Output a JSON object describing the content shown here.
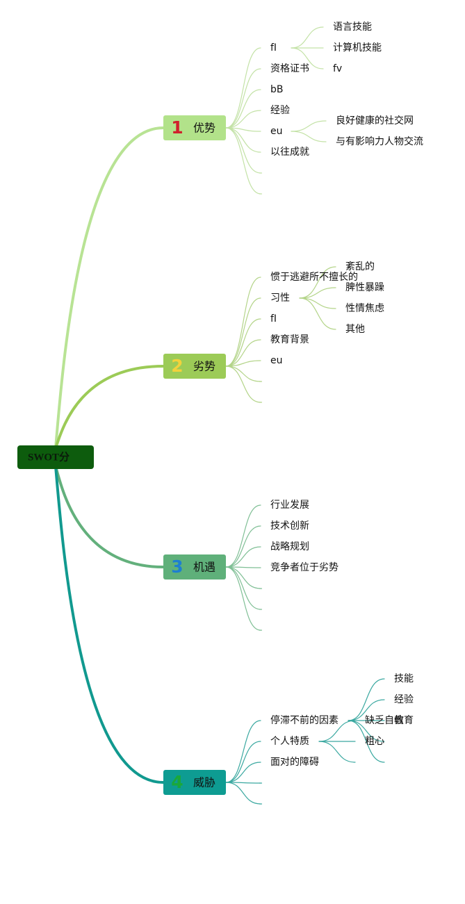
{
  "root": {
    "label": "SWOT分",
    "color": "#0d5c0d"
  },
  "categories": [
    {
      "id": "strengths",
      "number": "1",
      "label": "优势",
      "color": "#b2e28a",
      "line_color": "#b8e394",
      "branch_color": "#c3e2a6",
      "number_color": "#d0202c",
      "items": [
        {
          "label": "fI",
          "children": [
            "语言技能",
            "计算机技能",
            "fv"
          ]
        },
        {
          "label": "资格证书"
        },
        {
          "label": "bB"
        },
        {
          "label": "经验"
        },
        {
          "label": "eu",
          "children": [
            "良好健康的社交网",
            "与有影响力人物交流"
          ]
        },
        {
          "label": "以往成就"
        },
        {
          "label": ""
        },
        {
          "label": ""
        }
      ]
    },
    {
      "id": "weaknesses",
      "number": "2",
      "label": "劣势",
      "color": "#9ccb57",
      "line_color": "#9ccb57",
      "branch_color": "#b3d488",
      "number_color": "#f2d23c",
      "items": [
        {
          "label": "惯于逃避所不擅长的"
        },
        {
          "label": "习性",
          "children": [
            "紊乱的",
            "脾性暴躁",
            "性情焦虑",
            "其他"
          ]
        },
        {
          "label": "fI"
        },
        {
          "label": "教育背景"
        },
        {
          "label": "eu"
        },
        {
          "label": ""
        },
        {
          "label": ""
        }
      ]
    },
    {
      "id": "opportunities",
      "number": "3",
      "label": "机遇",
      "color": "#5fb07a",
      "line_color": "#63b07c",
      "branch_color": "#7fbf95",
      "number_color": "#1e7fd0",
      "items": [
        {
          "label": "行业发展"
        },
        {
          "label": "技术创新"
        },
        {
          "label": "战略规划"
        },
        {
          "label": "竞争者位于劣势"
        },
        {
          "label": ""
        },
        {
          "label": ""
        },
        {
          "label": ""
        }
      ]
    },
    {
      "id": "threats",
      "number": "4",
      "label": "威胁",
      "color": "#0e9c92",
      "line_color": "#11998f",
      "branch_color": "#3aa8a0",
      "number_color": "#1aa83a",
      "items": [
        {
          "label": "停滞不前的因素",
          "children": [
            "技能",
            "经验",
            "教育",
            "",
            ""
          ]
        },
        {
          "label": "个人特质",
          "children": [
            "缺乏自信",
            "粗心",
            ""
          ]
        },
        {
          "label": "面对的障碍"
        },
        {
          "label": ""
        },
        {
          "label": ""
        }
      ]
    }
  ]
}
